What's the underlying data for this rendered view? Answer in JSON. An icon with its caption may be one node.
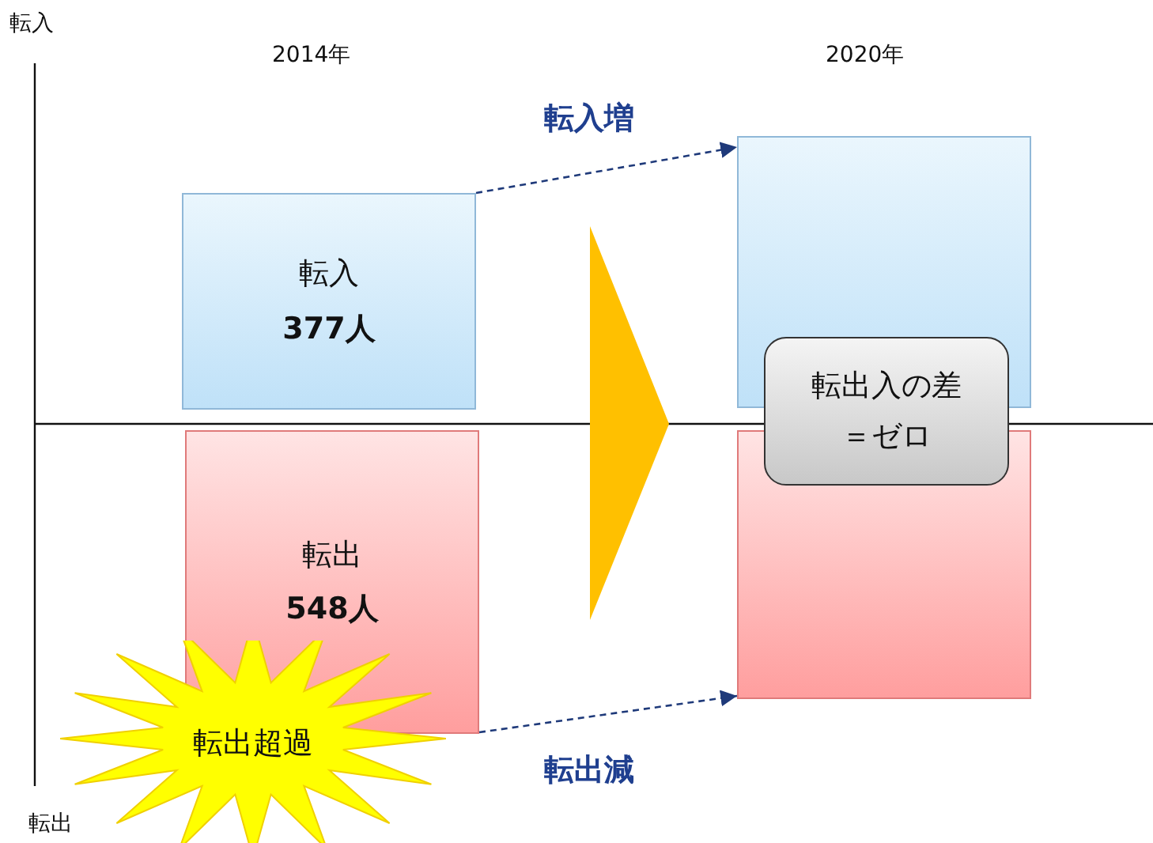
{
  "diagram": {
    "nodes": [
      {
        "text": [
          "転入",
          "377人"
        ]
      },
      {
        "text": [
          "転出",
          "548人"
        ]
      },
      {
        "text": [],
        "shape": "box"
      },
      {
        "text": [],
        "shape": "box"
      },
      {
        "text": [
          "転出入の差＝ゼロ"
        ]
      },
      {
        "text": [
          "転出超過"
        ]
      }
    ],
    "edges": [
      {
        "from": 0,
        "to": 2,
        "arrow": "to",
        "style": "dashed",
        "label": "転入増"
      },
      {
        "from": 1,
        "to": 3,
        "arrow": "to",
        "style": "dashed",
        "label": "転出減"
      }
    ],
    "labels": [
      "転入",
      "2014年",
      "2020年",
      "転出"
    ]
  }
}
